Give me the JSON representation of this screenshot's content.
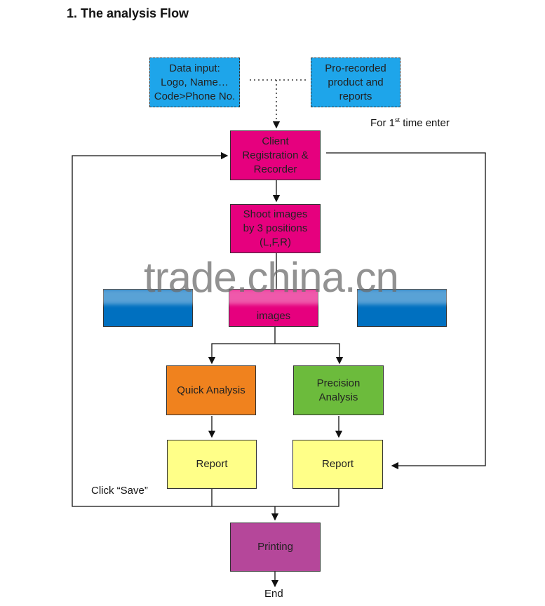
{
  "title": "1. The analysis Flow",
  "nodes": {
    "data_input": "Data input:\nLogo, Name…\nCode>Phone No.",
    "pre_recorded": "Pro-recorded\nproduct and\nreports",
    "client_registration": "Client\nRegistration &\nRecorder",
    "shoot_images": "Shoot images\nby 3 positions\n(L,F,R)",
    "images": "images",
    "quick_analysis": "Quick Analysis",
    "precision_analysis": "Precision\nAnalysis",
    "report_left": "Report",
    "report_right": "Report",
    "printing": "Printing"
  },
  "labels": {
    "first_time_prefix": "For 1",
    "first_time_sup": "st",
    "first_time_suffix": " time enter",
    "click_save": "Click “Save”",
    "end": "End"
  },
  "watermark": "trade.china.cn",
  "colors": {
    "blue_light": "#1ea5ea",
    "blue_dark": "#0070c0",
    "magenta": "#e6007e",
    "orange": "#f0821e",
    "green": "#6cbb3c",
    "yellow": "#ffff88",
    "purple": "#b5479a"
  }
}
